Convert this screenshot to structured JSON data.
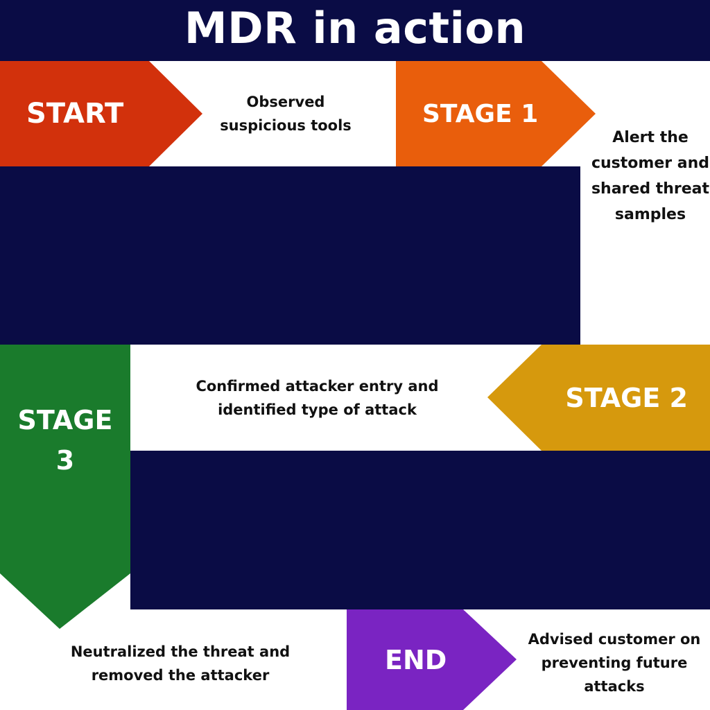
{
  "title": "MDR in action",
  "stages": {
    "start": {
      "label": "START",
      "description": "Observed suspicious tools",
      "color": "#d2310c"
    },
    "stage1": {
      "label": "STAGE 1",
      "description": "Alert the customer and shared threat samples",
      "color": "#e95e0c"
    },
    "stage2": {
      "label": "STAGE 2",
      "description": "Confirmed attacker entry and identified type of attack",
      "color": "#d6990d"
    },
    "stage3": {
      "label": "STAGE 3",
      "description": "Neutralized the threat and removed the attacker",
      "color": "#1a7b2c"
    },
    "end": {
      "label": "END",
      "description": "Advised customer on preventing future attacks",
      "color": "#7a24c2"
    }
  },
  "colors": {
    "navy": "#0a0c45"
  }
}
